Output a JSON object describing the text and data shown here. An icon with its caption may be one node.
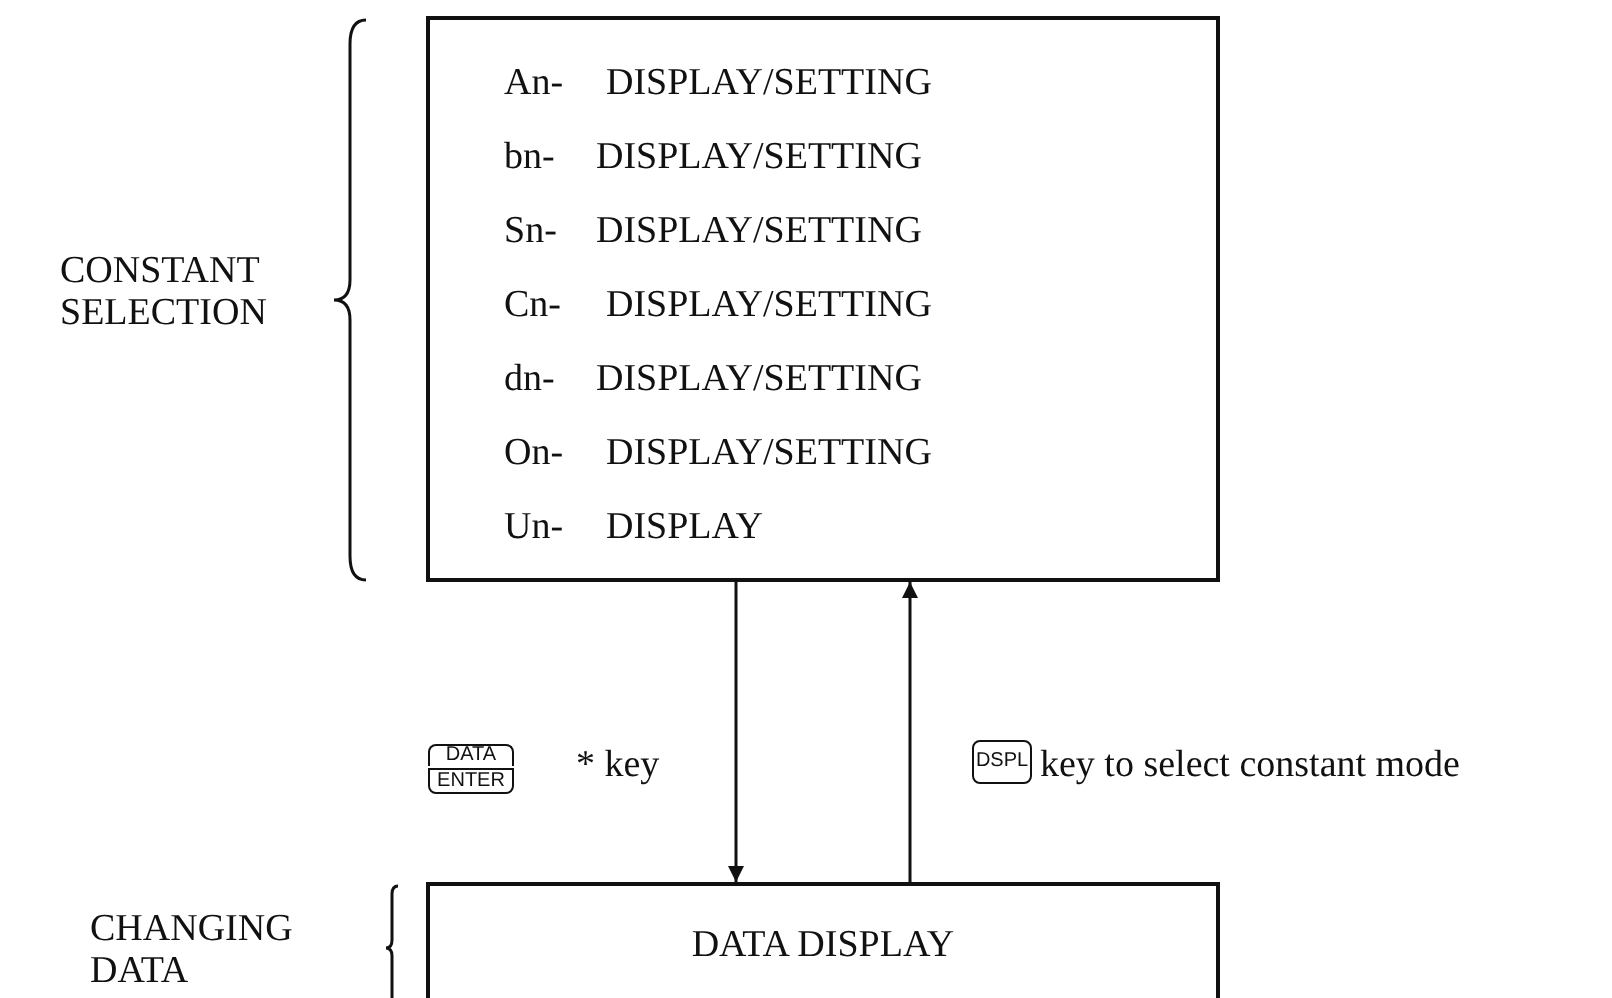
{
  "diagram": {
    "nodes": [
      {
        "text": [
          "An-",
          "DISPLAY/SETTING",
          "bn-",
          "DISPLAY/SETTING",
          "Sn-",
          "DISPLAY/SETTING",
          "Cn-",
          "DISPLAY/SETTING",
          "dn-",
          "DISPLAY/SETTING",
          "On-",
          "DISPLAY/SETTING",
          "Un-",
          "DISPLAY"
        ]
      },
      {
        "text": [
          "DATA DISPLAY"
        ]
      }
    ],
    "edges": [
      {
        "from": 0,
        "to": 1,
        "arrow": "to",
        "label": "* key"
      },
      {
        "from": 1,
        "to": 0,
        "arrow": "to",
        "label": "key to select constant mode"
      }
    ],
    "labels": [
      "CONSTANT SELECTION",
      "CHANGING DATA",
      "DATA",
      "ENTER",
      "DSPL"
    ]
  }
}
